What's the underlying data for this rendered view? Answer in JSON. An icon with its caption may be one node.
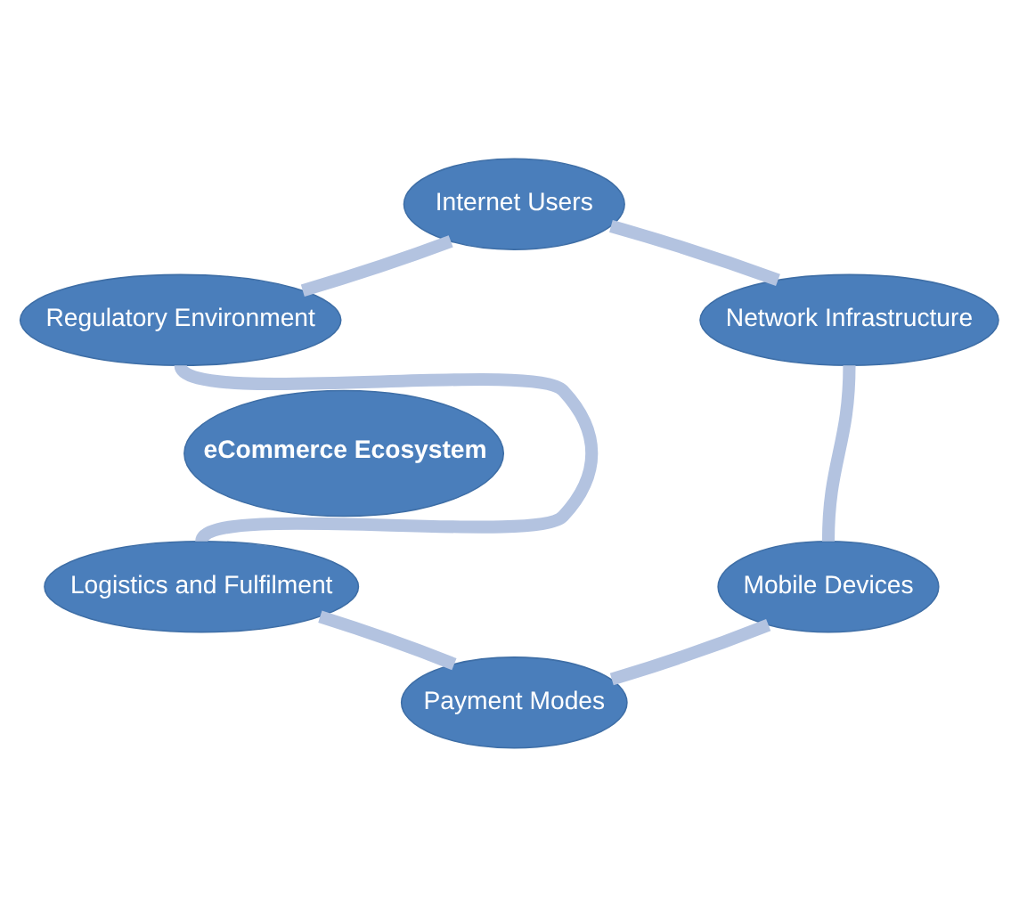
{
  "diagram": {
    "nodes": [
      {
        "text": [
          "eCommerce Ecosystem"
        ]
      },
      {
        "text": [
          "Internet Users"
        ]
      },
      {
        "text": [
          "Network Infrastructure"
        ]
      },
      {
        "text": [
          "Mobile Devices"
        ]
      },
      {
        "text": [
          "Payment Modes"
        ]
      },
      {
        "text": [
          "Logistics and Fulfilment"
        ]
      },
      {
        "text": [
          "Regulatory Environment"
        ]
      }
    ],
    "edges": [
      {
        "from": 1,
        "to": 2,
        "arrow": "none"
      },
      {
        "from": 2,
        "to": 3,
        "arrow": "none"
      },
      {
        "from": 3,
        "to": 4,
        "arrow": "none"
      },
      {
        "from": 4,
        "to": 5,
        "arrow": "none"
      },
      {
        "from": 5,
        "to": 6,
        "arrow": "none"
      },
      {
        "from": 6,
        "to": 1,
        "arrow": "none"
      }
    ]
  }
}
